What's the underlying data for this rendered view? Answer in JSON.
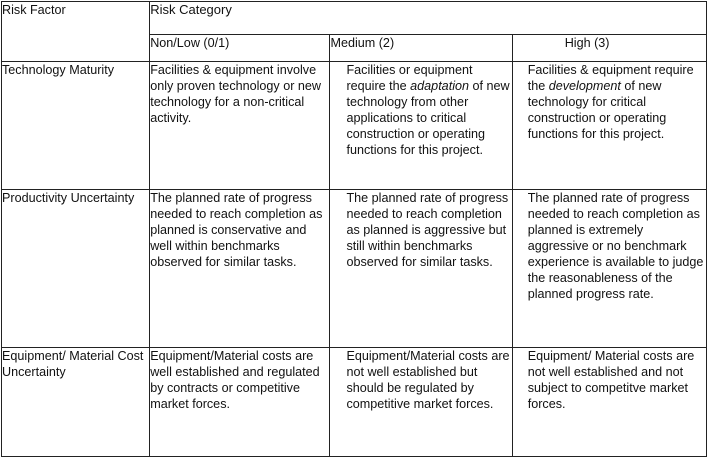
{
  "table": {
    "category_header": "Risk Category",
    "factor_header": "Risk Factor",
    "levels": [
      "Non/Low (0/1)",
      "Medium (2)",
      "High (3)"
    ],
    "rows": [
      {
        "factor": "Technology Maturity",
        "low": "Facilities & equipment involve only proven technology or new technology for a non-critical activity.",
        "medium": {
          "before": "Facilities or equipment require the ",
          "emph": "adaptation",
          "after": " of new technology from other applications to critical construction or operating functions for this project."
        },
        "high": {
          "before": "Facilities & equipment require the ",
          "emph": "development",
          "after": " of new technology for critical construction or operating functions for this project."
        }
      },
      {
        "factor": "Productivity Uncertainty",
        "low": "The planned rate of progress needed to reach completion as planned is conservative and well within benchmarks observed for similar tasks.",
        "medium": "The planned rate of progress needed to reach completion as planned is aggressive but still within benchmarks observed for similar tasks.",
        "high": "The planned rate of progress needed to reach completion as planned is extremely aggressive or no benchmark experience is available to judge the reasonableness of the planned progress rate."
      },
      {
        "factor": "Equipment/ Material Cost Uncertainty",
        "low": "Equipment/Material costs are well established and regulated by contracts or competitive market forces.",
        "medium": "Equipment/Material costs are not well established but should be regulated by competitive market forces.",
        "high": "Equipment/ Material costs are not well established and not subject to competitve market forces."
      }
    ]
  }
}
